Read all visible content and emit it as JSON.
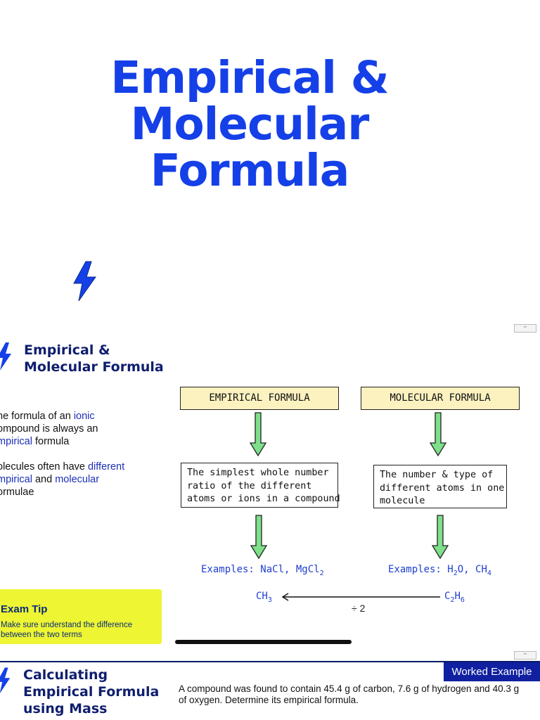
{
  "title_slide": {
    "title_lines": [
      "Empirical &",
      "Molecular",
      "Formula"
    ],
    "icon": "lightning-bolt-icon"
  },
  "slide2": {
    "heading_lines": [
      "Empirical &",
      "Molecular Formula"
    ],
    "icon": "lightning-bolt-icon",
    "para1": {
      "pre": "he formula of an ",
      "hl1": "ionic",
      "mid": "ompound is always an",
      "hl2": "mpirical",
      "post": " formula"
    },
    "para2": {
      "pre": "olecules often have ",
      "hl1": "different",
      "hl2": "mpirical",
      "mid": " and ",
      "hl3": "molecular",
      "post": "ormulae"
    },
    "empirical_label": "EMPIRICAL FORMULA",
    "molecular_label": "MOLECULAR FORMULA",
    "empirical_def": [
      "The simplest whole number",
      "ratio of the different",
      "atoms or ions in a compound"
    ],
    "molecular_def": [
      "The number & type of",
      "different atoms in one",
      "molecule"
    ],
    "empirical_examples": {
      "prefix": "Examples: NaCl, MgCl",
      "sub": "2"
    },
    "molecular_examples": {
      "prefix": "Examples: H",
      "sub1": "2",
      "mid": "O, CH",
      "sub2": "4"
    },
    "ch3": {
      "base": "CH",
      "sub": "3"
    },
    "c2h6": {
      "c": "C",
      "sub1": "2",
      "h": "H",
      "sub2": "6"
    },
    "divide_label": "÷ 2",
    "exam_tip_title": "Exam Tip",
    "exam_tip_body": "Make sure understand the difference between the two terms",
    "arrow_color": "#7ee08a",
    "accent_blue": "#1c2fb8",
    "highlight_yellow": "#eef532"
  },
  "slide3": {
    "badge": "Worked Example",
    "heading_lines": [
      "Calculating",
      "Empirical Formula",
      "using Mass"
    ],
    "icon": "lightning-bolt-icon",
    "question": "A compound was found to contain 45.4 g of carbon, 7.6 g of hydrogen and 40.3 g of oxygen. Determine its empirical formula."
  }
}
